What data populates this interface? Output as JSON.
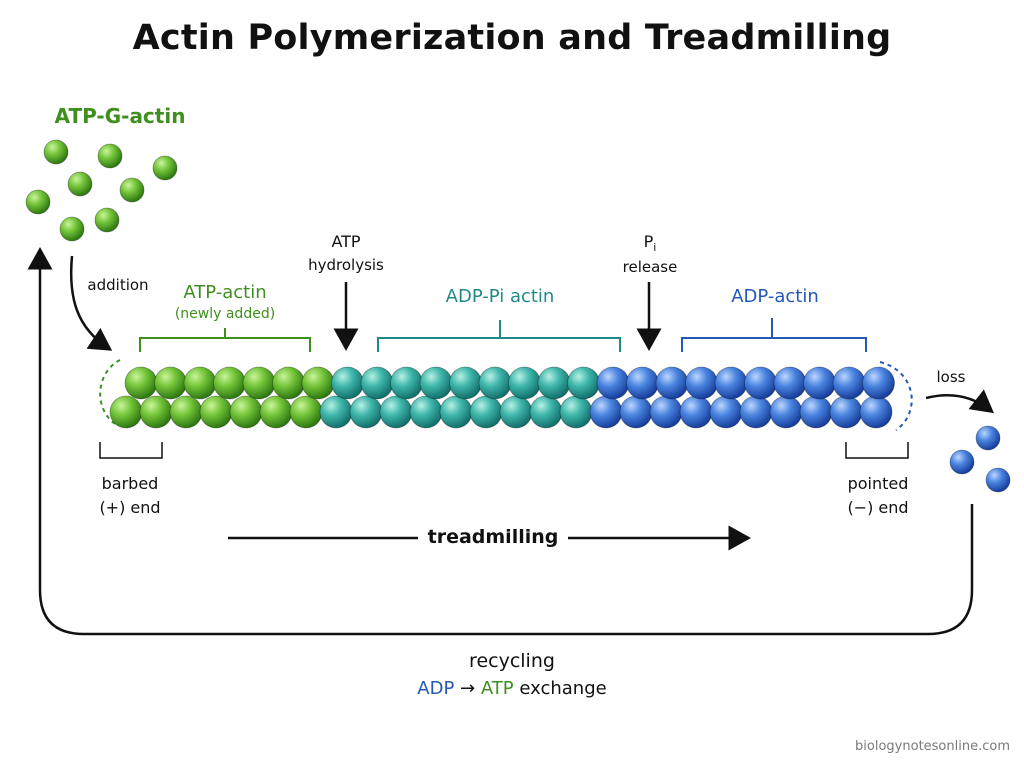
{
  "title": "Actin Polymerization and Treadmilling",
  "labels": {
    "atp_g_actin": "ATP-G-actin",
    "addition": "addition",
    "atp_actin": "ATP-actin",
    "newly_added": "(newly added)",
    "atp_hydrolysis_1": "ATP",
    "atp_hydrolysis_2": "hydrolysis",
    "adp_pi_actin": "ADP-Pi actin",
    "pi_release_p": "P",
    "pi_release_sub": "i",
    "pi_release_2": "release",
    "adp_actin": "ADP-actin",
    "loss": "loss",
    "barbed_1": "barbed",
    "barbed_2": "(+) end",
    "pointed_1": "pointed",
    "pointed_2": "(−) end",
    "treadmilling": "treadmilling",
    "recycling": "recycling",
    "exchange_adp": "ADP",
    "exchange_arrow": "→",
    "exchange_atp": "ATP",
    "exchange_word": "exchange"
  },
  "watermark": "biologynotesonline.com",
  "colors": {
    "atp_green": "#3f8f1f",
    "adp_pi_teal": "#1f8a87",
    "adp_blue": "#2458b8",
    "arrow": "#111111"
  }
}
